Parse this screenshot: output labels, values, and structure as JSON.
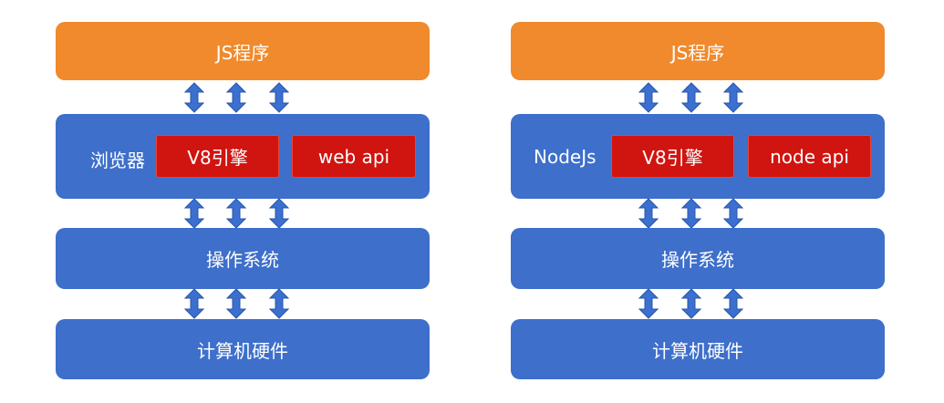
{
  "diagrams": [
    {
      "js_layer": "JS程序",
      "runtime_label": "浏览器",
      "engine": "V8引擎",
      "api": "web api",
      "os_layer": "操作系统",
      "hardware_layer": "计算机硬件"
    },
    {
      "js_layer": "JS程序",
      "runtime_label": "NodeJs",
      "engine": "V8引擎",
      "api": "node api",
      "os_layer": "操作系统",
      "hardware_layer": "计算机硬件"
    }
  ],
  "colors": {
    "js_layer": "#f08a2c",
    "layer_blue": "#3d6fcb",
    "engine_red": "#d0140f",
    "arrow_blue": "#3b6fd0"
  }
}
